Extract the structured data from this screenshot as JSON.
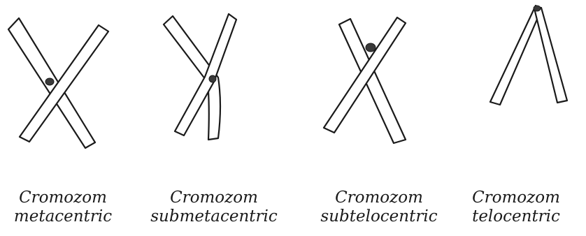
{
  "panels": [
    {
      "line1": "Cromozom",
      "line2": "metacentric",
      "icon": "metacentric-chromosome"
    },
    {
      "line1": "Cromozom",
      "line2": "submetacentric",
      "icon": "submetacentric-chromosome"
    },
    {
      "line1": "Cromozom",
      "line2": "subtelocentric",
      "icon": "subtelocentric-chromosome"
    },
    {
      "line1": "Cromozom",
      "line2": "telocentric",
      "icon": "telocentric-chromosome"
    }
  ],
  "colors": {
    "outline": "#1a1a1a",
    "centromere": "#3a3a3a",
    "background": "#ffffff"
  }
}
